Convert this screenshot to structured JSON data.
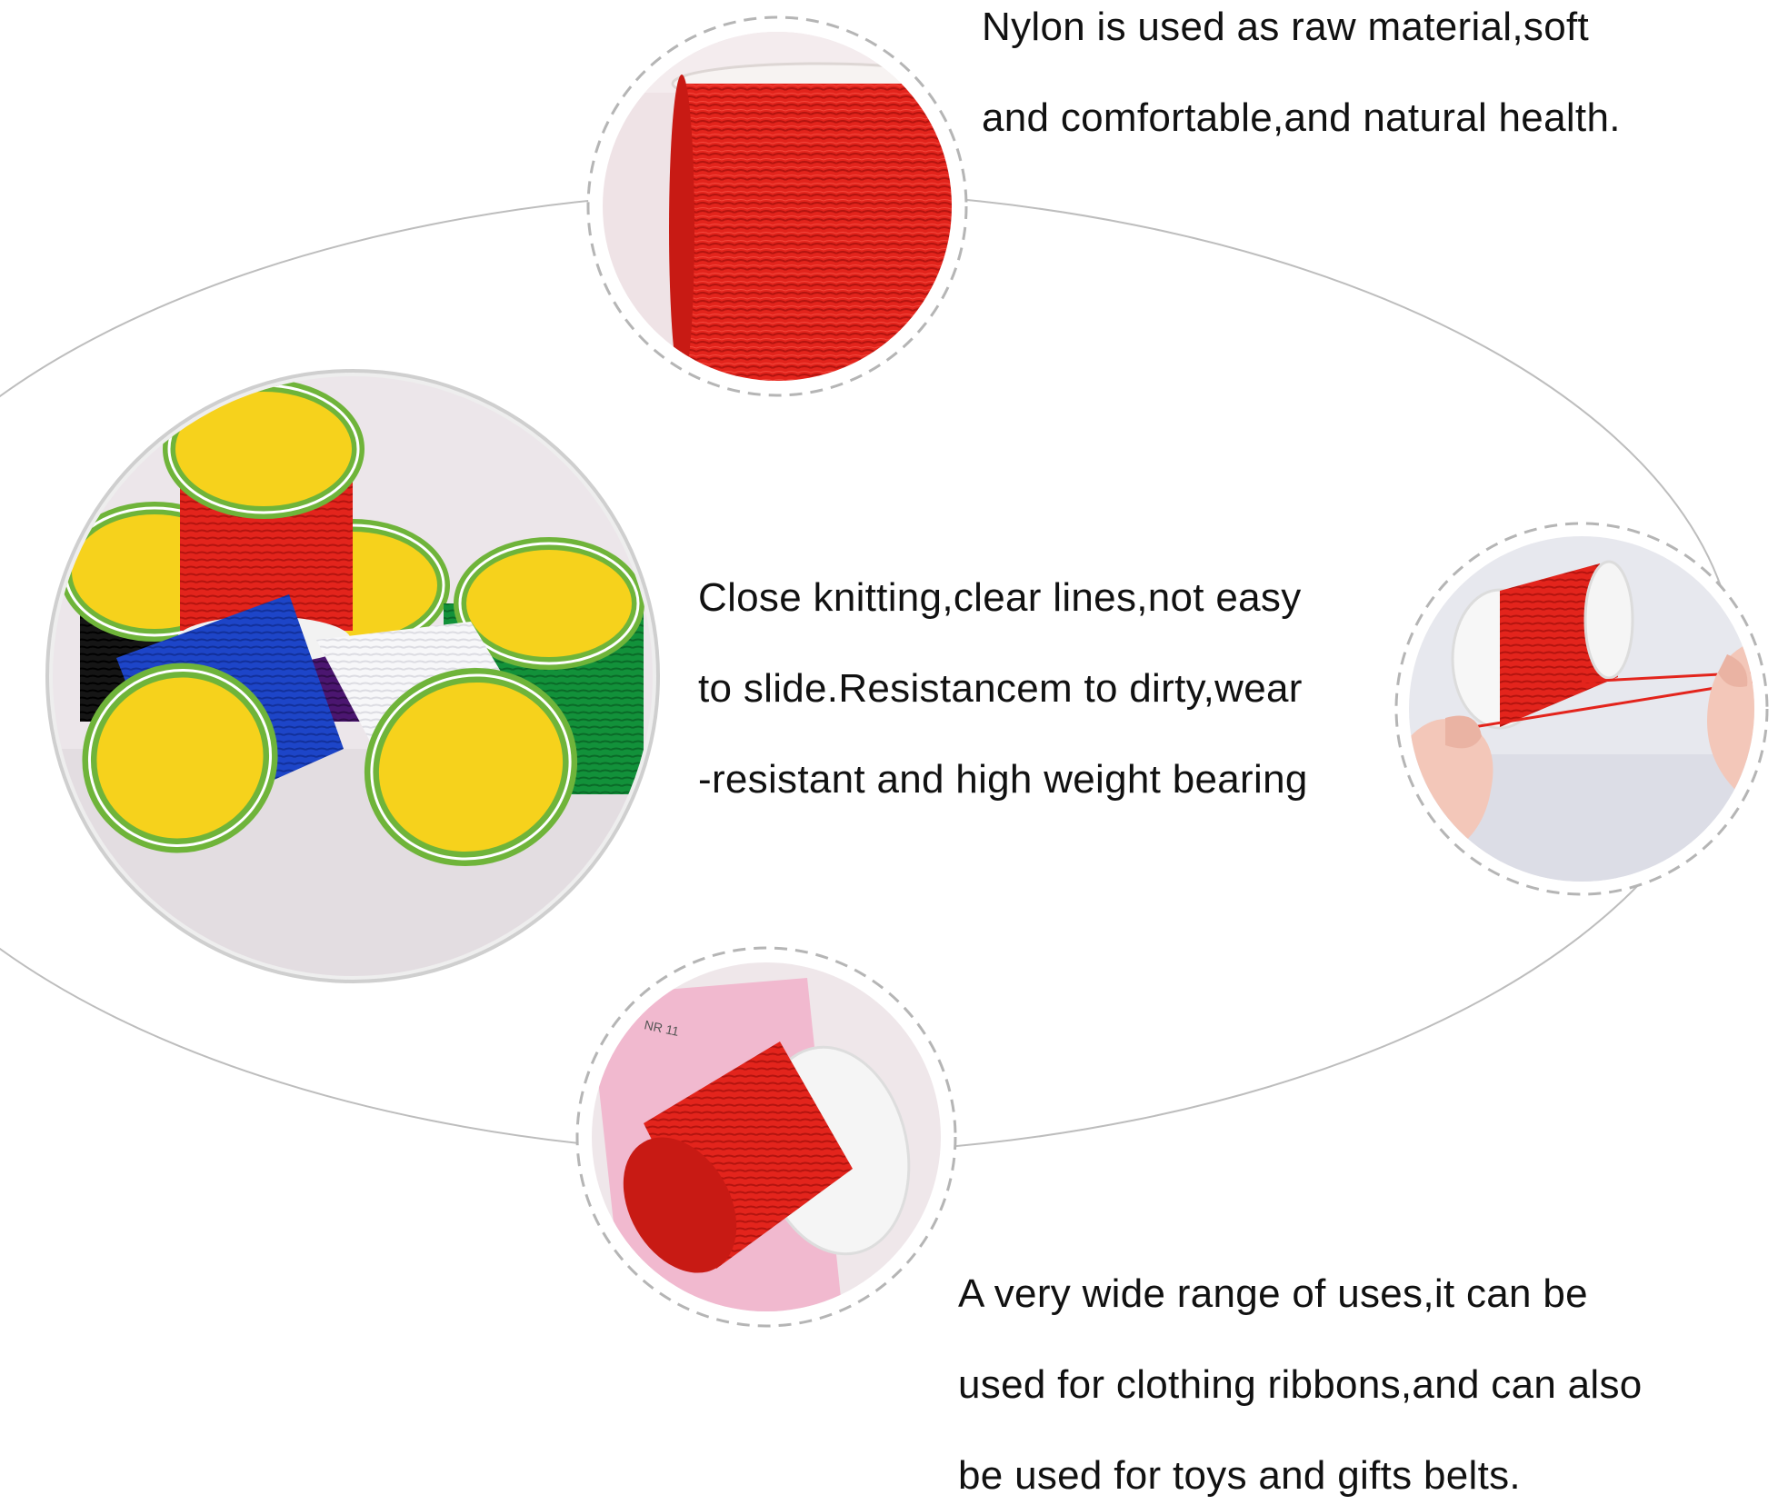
{
  "features": [
    {
      "lines": [
        "Nylon is used as raw material,soft",
        "and comfortable,and natural health."
      ]
    },
    {
      "lines": [
        "Close knitting,clear lines,not easy",
        "to slide.Resistancem to dirty,wear",
        "-resistant and high weight bearing"
      ]
    },
    {
      "lines": [
        "A very wide range of uses,it can be",
        "used for clothing ribbons,and can also",
        "be used for toys and gifts belts."
      ]
    }
  ],
  "photos": {
    "label_card_text": "NR 11"
  },
  "colors": {
    "cord_red": "#e3241c",
    "spool_label_yellow": "#f6d21c",
    "spool_label_green": "#6fb43a",
    "spool_blue": "#1d45c8",
    "spool_green": "#12913a",
    "spool_purple": "#4b1670",
    "spool_black": "#151515",
    "pink_card": "#f1b9cf",
    "orbit_line": "#b9b9b9",
    "dash_ring": "#b5b5b5"
  }
}
